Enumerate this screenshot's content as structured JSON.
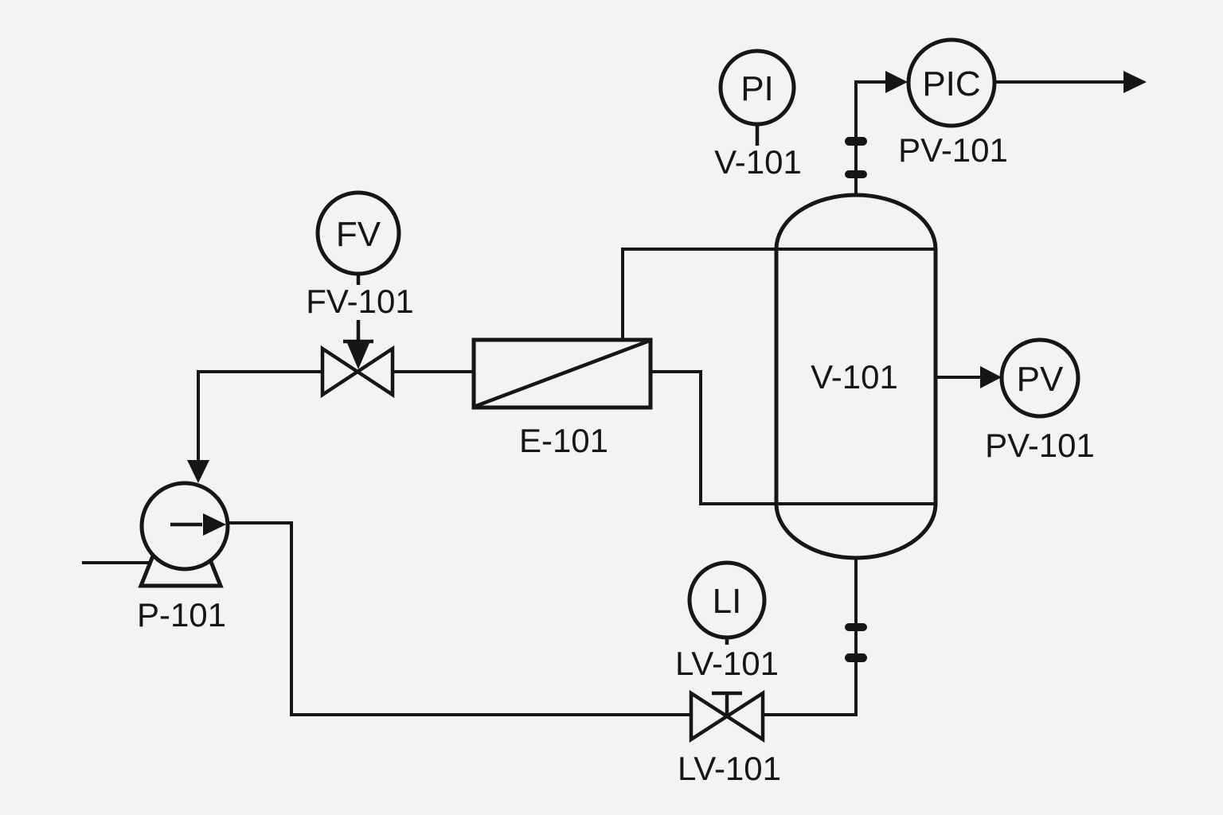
{
  "colors": {
    "background": "#f3f3f1",
    "line": "#161616"
  },
  "equipment": {
    "pump": {
      "label": "P-101"
    },
    "heat_exchanger": {
      "label": "E-101"
    },
    "vessel": {
      "label": "V-101"
    }
  },
  "valves": {
    "flow_valve": {
      "label": "FV-101"
    },
    "level_valve": {
      "label": "LV-101"
    }
  },
  "instruments": {
    "flow_valve_bubble": {
      "tag": "FV",
      "label": "FV-101"
    },
    "pressure_indicator": {
      "tag": "PI",
      "label": "V-101"
    },
    "pressure_controller": {
      "tag": "PIC",
      "label": "PV-101"
    },
    "pressure_valve_bubble": {
      "tag": "PV",
      "label": "PV-101"
    },
    "level_indicator": {
      "tag": "LI",
      "label": "LV-101"
    }
  }
}
